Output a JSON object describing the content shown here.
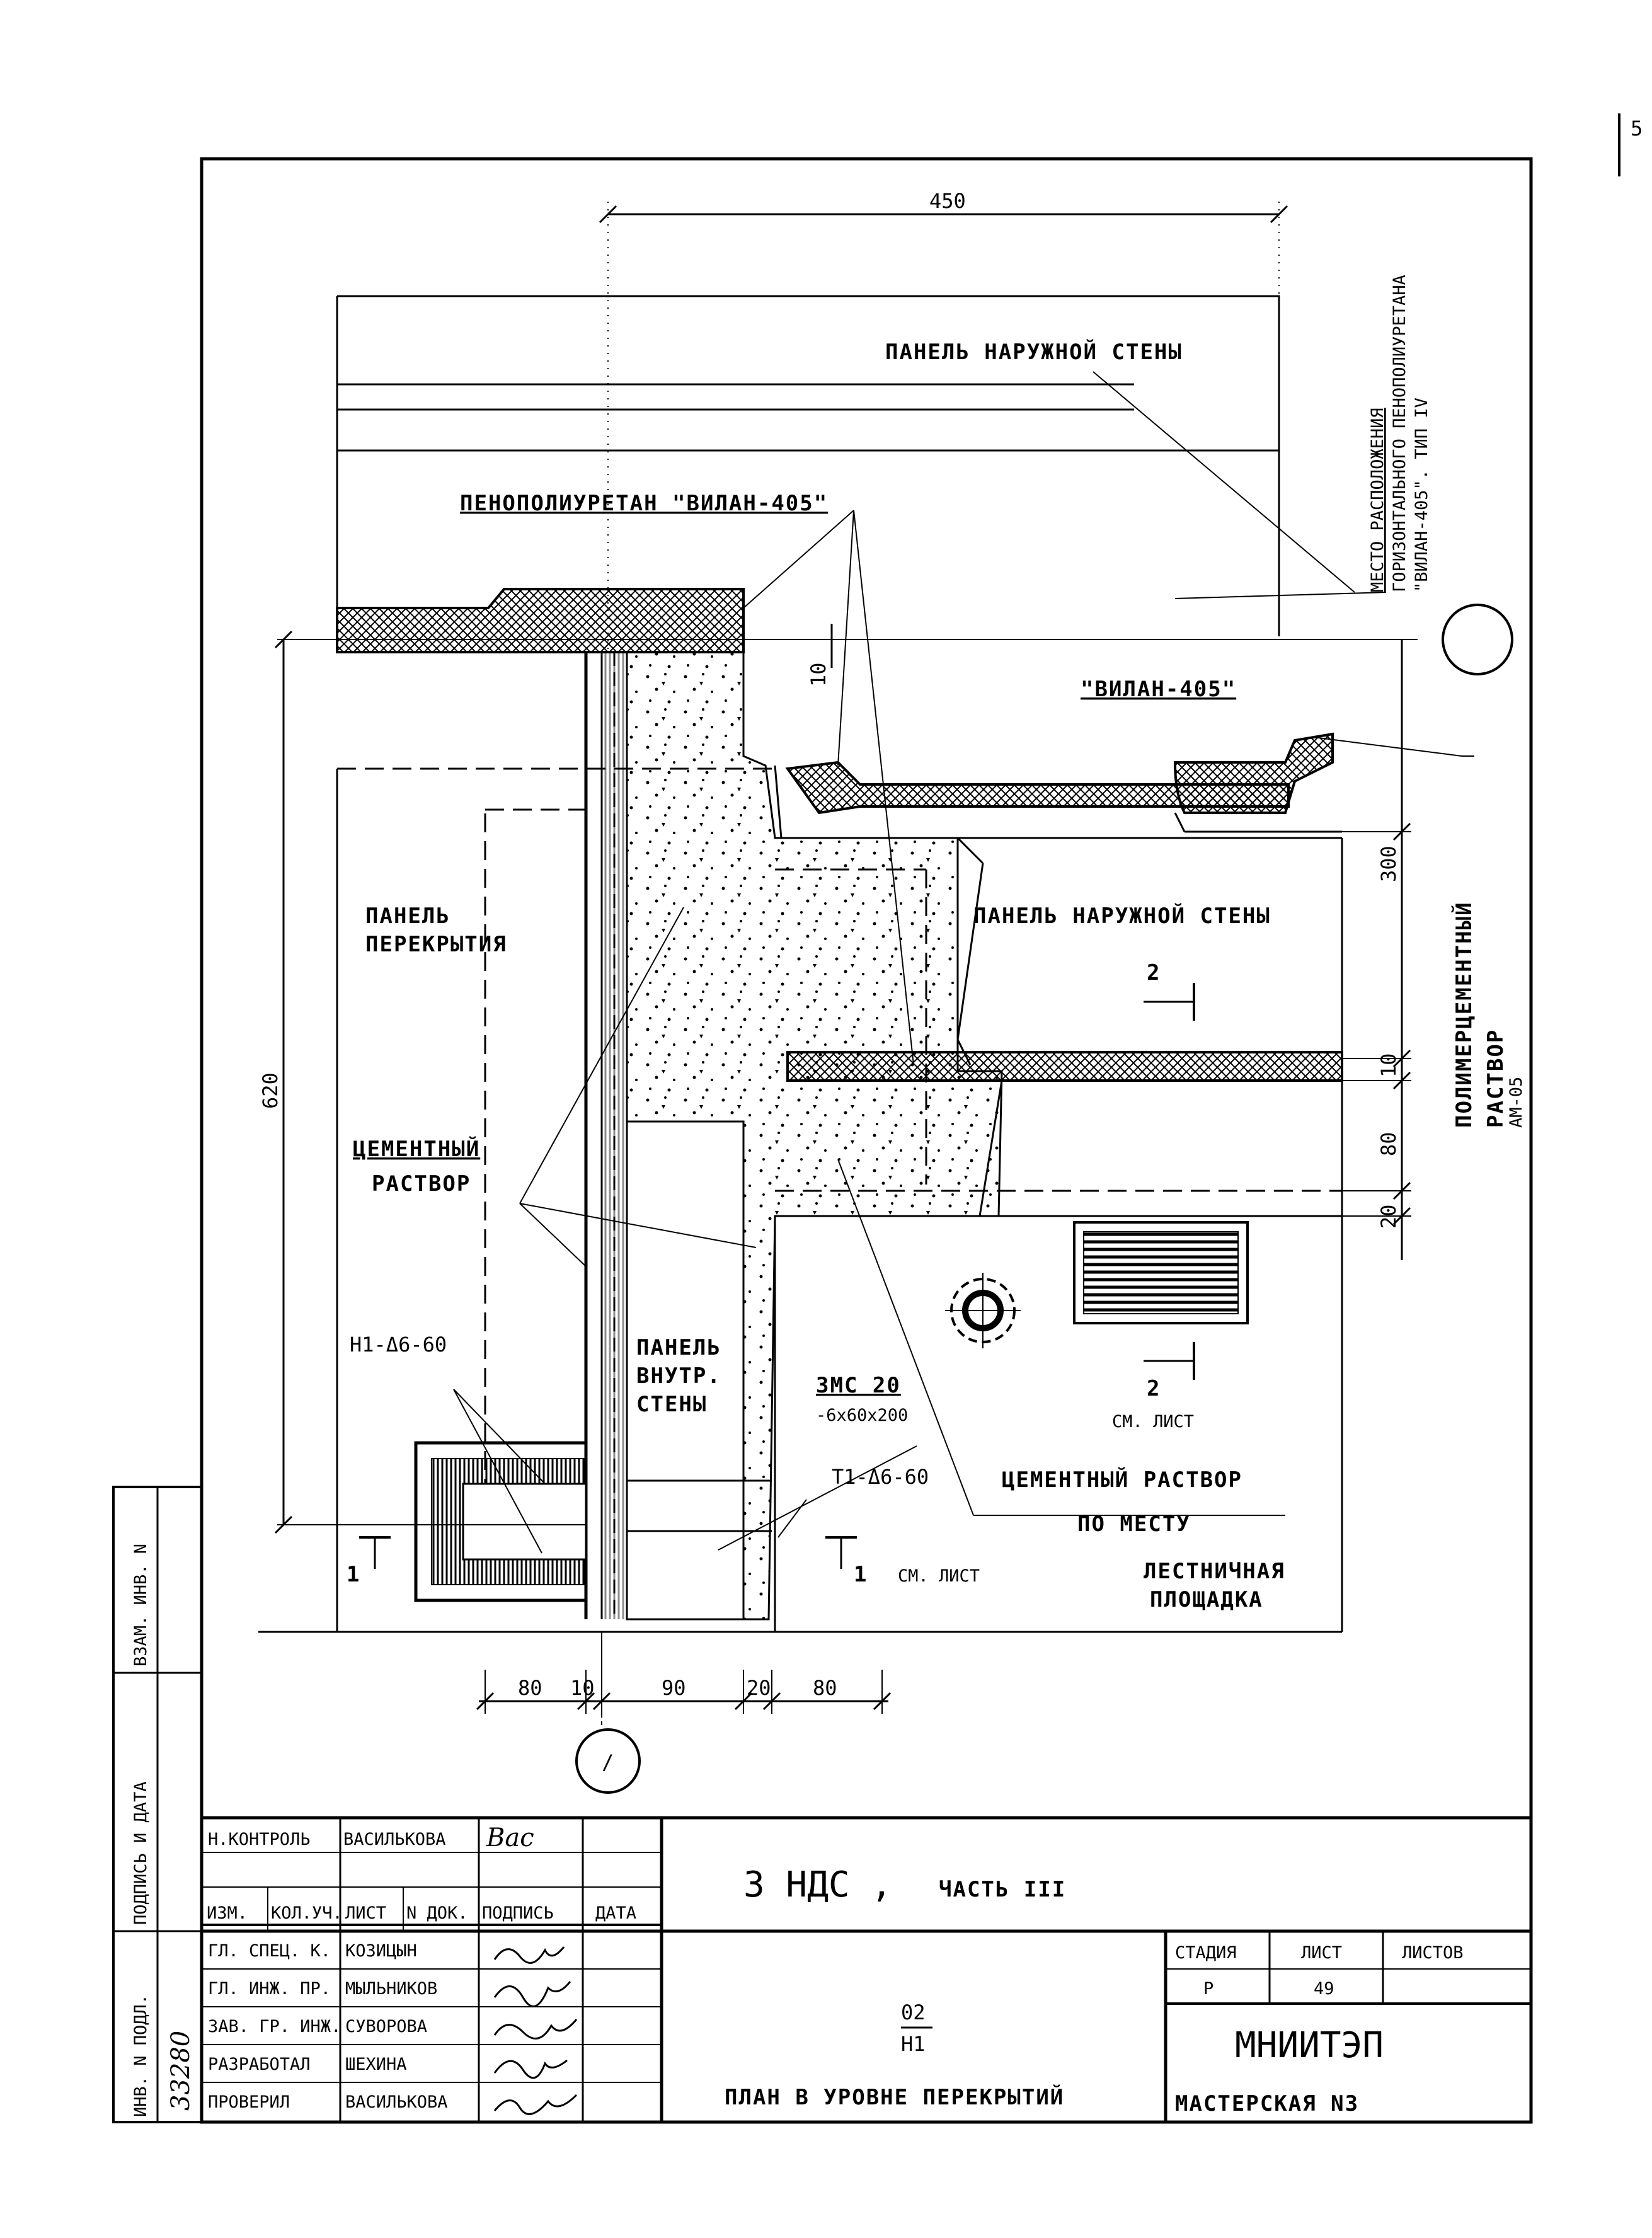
{
  "page_corner": "5",
  "labels": {
    "top_dimension": "450",
    "outer_panel_top": "ПАНЕЛЬ НАРУЖНОЙ СТЕНЫ",
    "insulation": "ПЕНОПОЛИУРЕТАН \"ВИЛАН-405\"",
    "location_note_1": "МЕСТО РАСПОЛОЖЕНИЯ",
    "location_note_2": "ГОРИЗОНТАЛЬНОГО ПЕНОПОЛИУРЕТАНА",
    "location_note_3": "\"ВИЛАН-405\". ТИП IV",
    "vilan": "\"ВИЛАН-405\"",
    "dim_10": "10",
    "floor_panel_1": "ПАНЕЛЬ",
    "floor_panel_2": "ПЕРЕКРЫТИЯ",
    "outer_panel_mid": "ПАНЕЛЬ НАРУЖНОЙ СТЕНЫ",
    "section_2": "2",
    "polymer_1": "ПОЛИМЕРЦЕМЕНТНЫЙ",
    "polymer_2": "РАСТВОР",
    "polymer_3": "АМ-05",
    "dim_620": "620",
    "dim_300": "300",
    "dim_10b": "10",
    "dim_80v": "80",
    "dim_20v": "20",
    "cement_1": "ЦЕМЕНТНЫЙ",
    "cement_2": "РАСТВОР",
    "inner_panel_1": "ПАНЕЛЬ",
    "inner_panel_2": "ВНУТР.",
    "inner_panel_3": "СТЕНЫ",
    "h1": "Н1-Δ6-60",
    "t1": "Т1-Δ6-60",
    "zms_1": "ЗМС 20",
    "zms_2": "-6х60х200",
    "section_2b": "2",
    "see_sheet_1": "СМ. ЛИСТ",
    "cement_place_1": "ЦЕМЕНТНЫЙ РАСТВОР",
    "cement_place_2": "ПО МЕСТУ",
    "section_1a": "1",
    "section_1b": "1",
    "see_sheet_2": "СМ. ЛИСТ",
    "landing_1": "ЛЕСТНИЧНАЯ",
    "landing_2": "ПЛОЩАДКА",
    "bottom_dims": [
      "80",
      "10",
      "90",
      "20",
      "80"
    ],
    "axis_mark": "/",
    "axis_mark_top": ""
  },
  "side_stamp": {
    "vzam": "ВЗАМ. ИНВ. N",
    "podpis": "ПОДПИСЬ И ДАТА",
    "inv": "ИНВ. N ПОДЛ.",
    "inv_value": "33280"
  },
  "title_block": {
    "project": "3 НДС ,",
    "part": "ЧАСТЬ III",
    "nkontrol": "Н.КОНТРОЛЬ",
    "nkontrol_name": "ВАСИЛЬКОВА",
    "col_izm": "ИЗМ.",
    "col_kol": "КОЛ.УЧ.",
    "col_list": "ЛИСТ",
    "col_ndok": "N ДОК.",
    "col_podpis": "ПОДПИСЬ",
    "col_data": "ДАТА",
    "roles": [
      "ГЛ. СПЕЦ. К.",
      "ГЛ. ИНЖ. ПР.",
      "ЗАВ. ГР. ИНЖ.",
      "РАЗРАБОТАЛ",
      "ПРОВЕРИЛ"
    ],
    "names": [
      "КОЗИЦЫН",
      "МЫЛЬНИКОВ",
      "СУВОРОВА",
      "ШЕХИНА",
      "ВАСИЛЬКОВА"
    ],
    "code_top": "02",
    "code_bottom": "Н1",
    "sheet_title": "ПЛАН В УРОВНЕ ПЕРЕКРЫТИЙ",
    "stage_label": "СТАДИЯ",
    "sheet_label": "ЛИСТ",
    "sheets_label": "ЛИСТОВ",
    "stage": "Р",
    "sheet": "49",
    "sheets": "",
    "org": "МНИИТЭП",
    "workshop": "МАСТЕРСКАЯ N3"
  }
}
